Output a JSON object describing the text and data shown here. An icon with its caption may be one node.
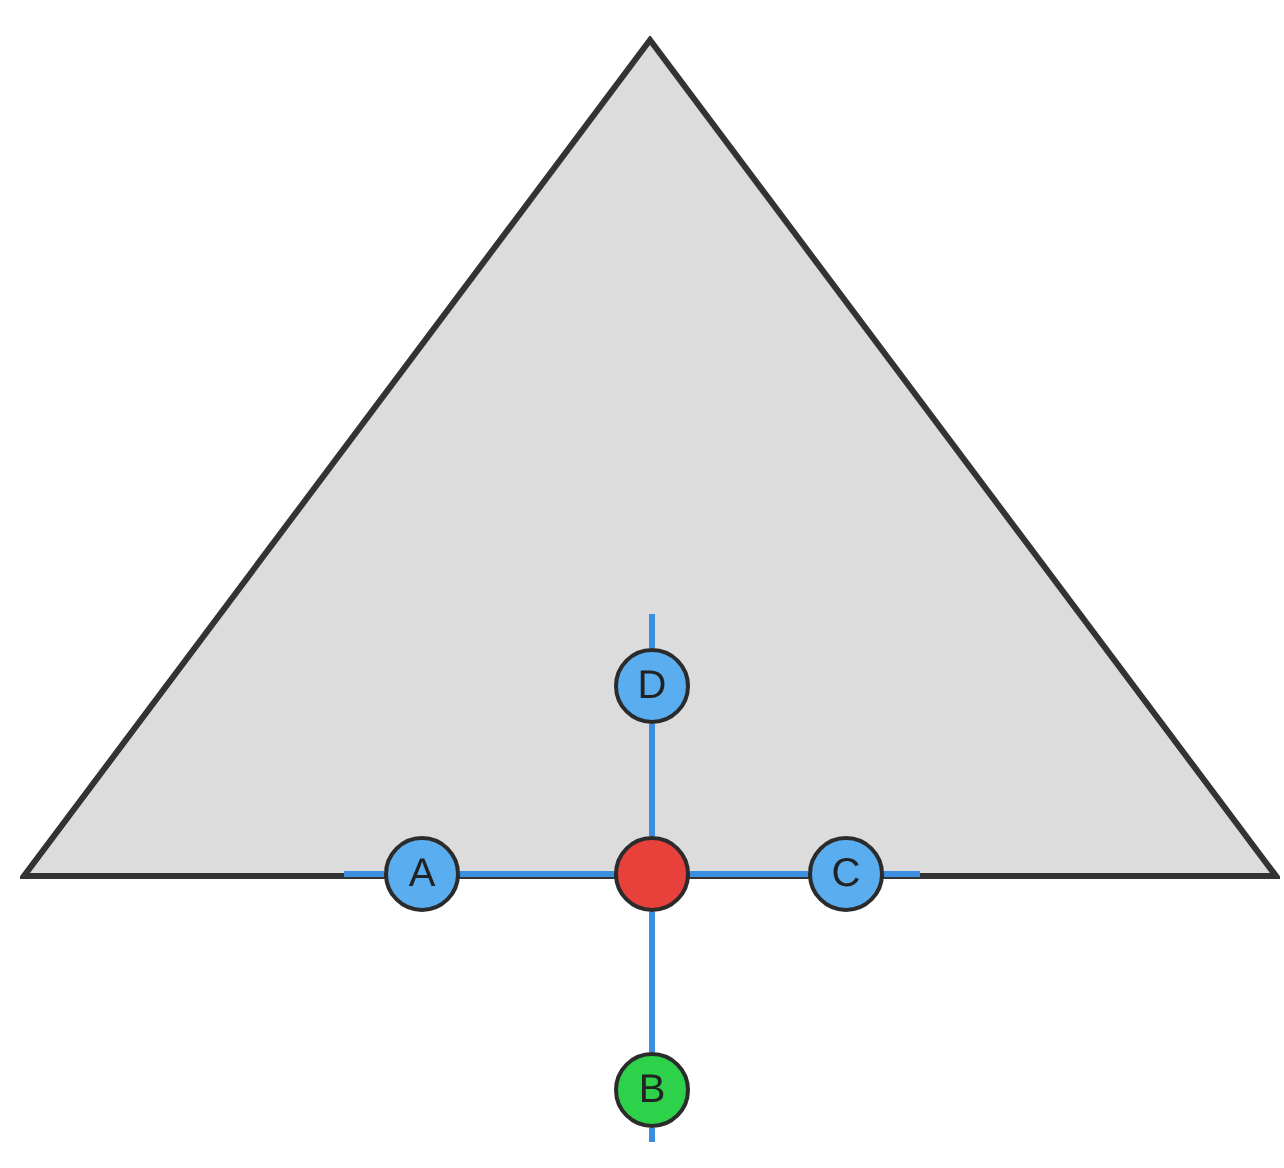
{
  "diagram": {
    "nodes": [
      {
        "text": [],
        "shape": "triangle"
      },
      {
        "text": [
          "D"
        ],
        "in": 0
      },
      {
        "text": [
          "A"
        ]
      },
      {
        "text": [],
        "shape": "circle"
      },
      {
        "text": [
          "C"
        ]
      },
      {
        "text": [
          "B"
        ]
      }
    ],
    "edges": [
      {
        "from": 2,
        "to": 3,
        "arrow": "none"
      },
      {
        "from": 3,
        "to": 4,
        "arrow": "none"
      },
      {
        "from": 1,
        "to": 3,
        "arrow": "none"
      },
      {
        "from": 3,
        "to": 5,
        "arrow": "none"
      }
    ]
  }
}
